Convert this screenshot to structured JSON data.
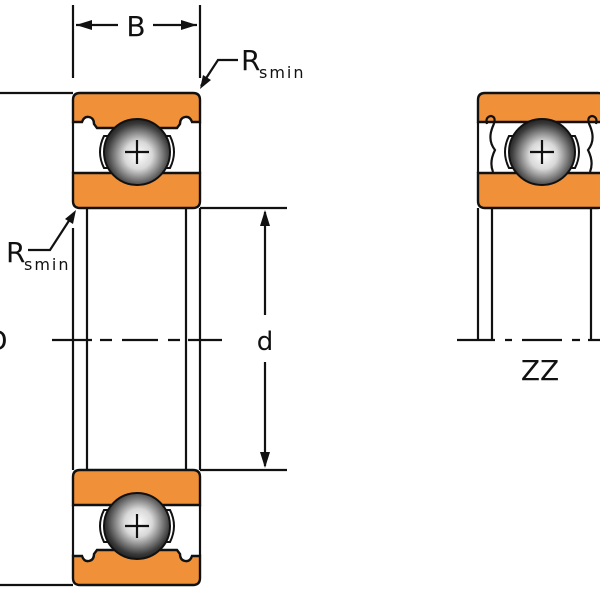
{
  "labels": {
    "width": "B",
    "radius_top": {
      "main": "R",
      "sub": "smin"
    },
    "radius_left": {
      "main": "R",
      "sub": "smin"
    },
    "bore": "d",
    "outer_diameter": "D",
    "variant": "ZZ"
  },
  "colors": {
    "ring": "#f0913a",
    "line": "#111111",
    "ball_dark": "#1a1a1a",
    "ball_light": "#ffffff"
  }
}
